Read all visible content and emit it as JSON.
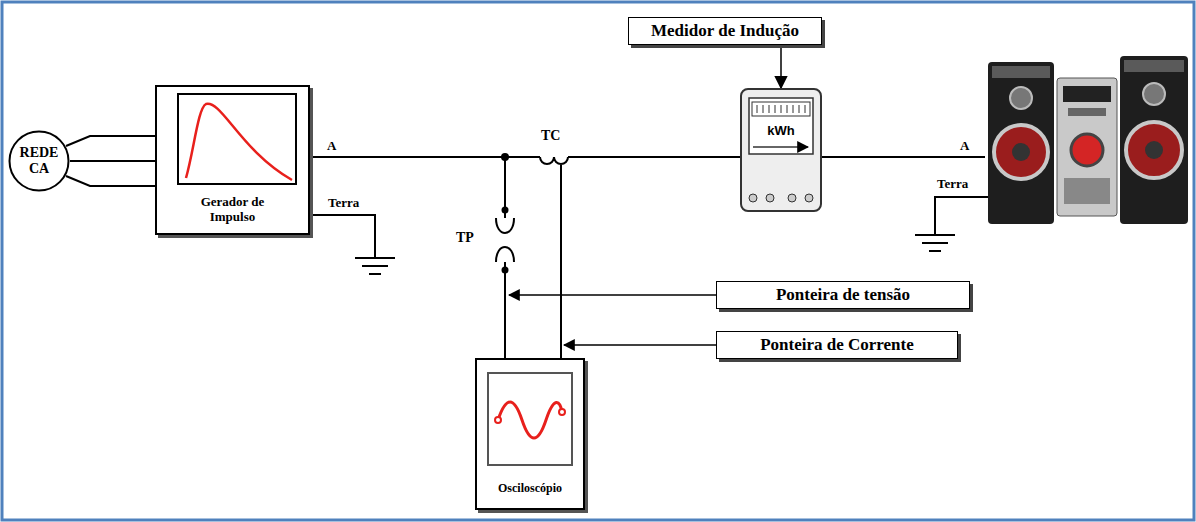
{
  "diagram": {
    "nodes": [
      {
        "text": [
          "REDE CA"
        ]
      },
      {
        "text": [
          "Gerador de Impulso"
        ]
      },
      {
        "text": [
          "Medidor de Indução"
        ]
      },
      {
        "text": [
          "kWh"
        ]
      },
      {
        "text": [
          "Ponteira de tensão"
        ]
      },
      {
        "text": [
          "Ponteira de Corrente"
        ]
      },
      {
        "text": [
          "Osciloscópio"
        ]
      }
    ],
    "edges": [
      {
        "from": 0,
        "to": 1,
        "arrow": "none"
      },
      {
        "from": 1,
        "to": 3,
        "arrow": "none"
      },
      {
        "from": 1,
        "to": 6,
        "arrow": "none"
      },
      {
        "from": 2,
        "to": 3,
        "arrow": "to"
      }
    ],
    "labels": [
      "A",
      "Terra",
      "TC",
      "TP",
      "A",
      "Terra"
    ]
  }
}
